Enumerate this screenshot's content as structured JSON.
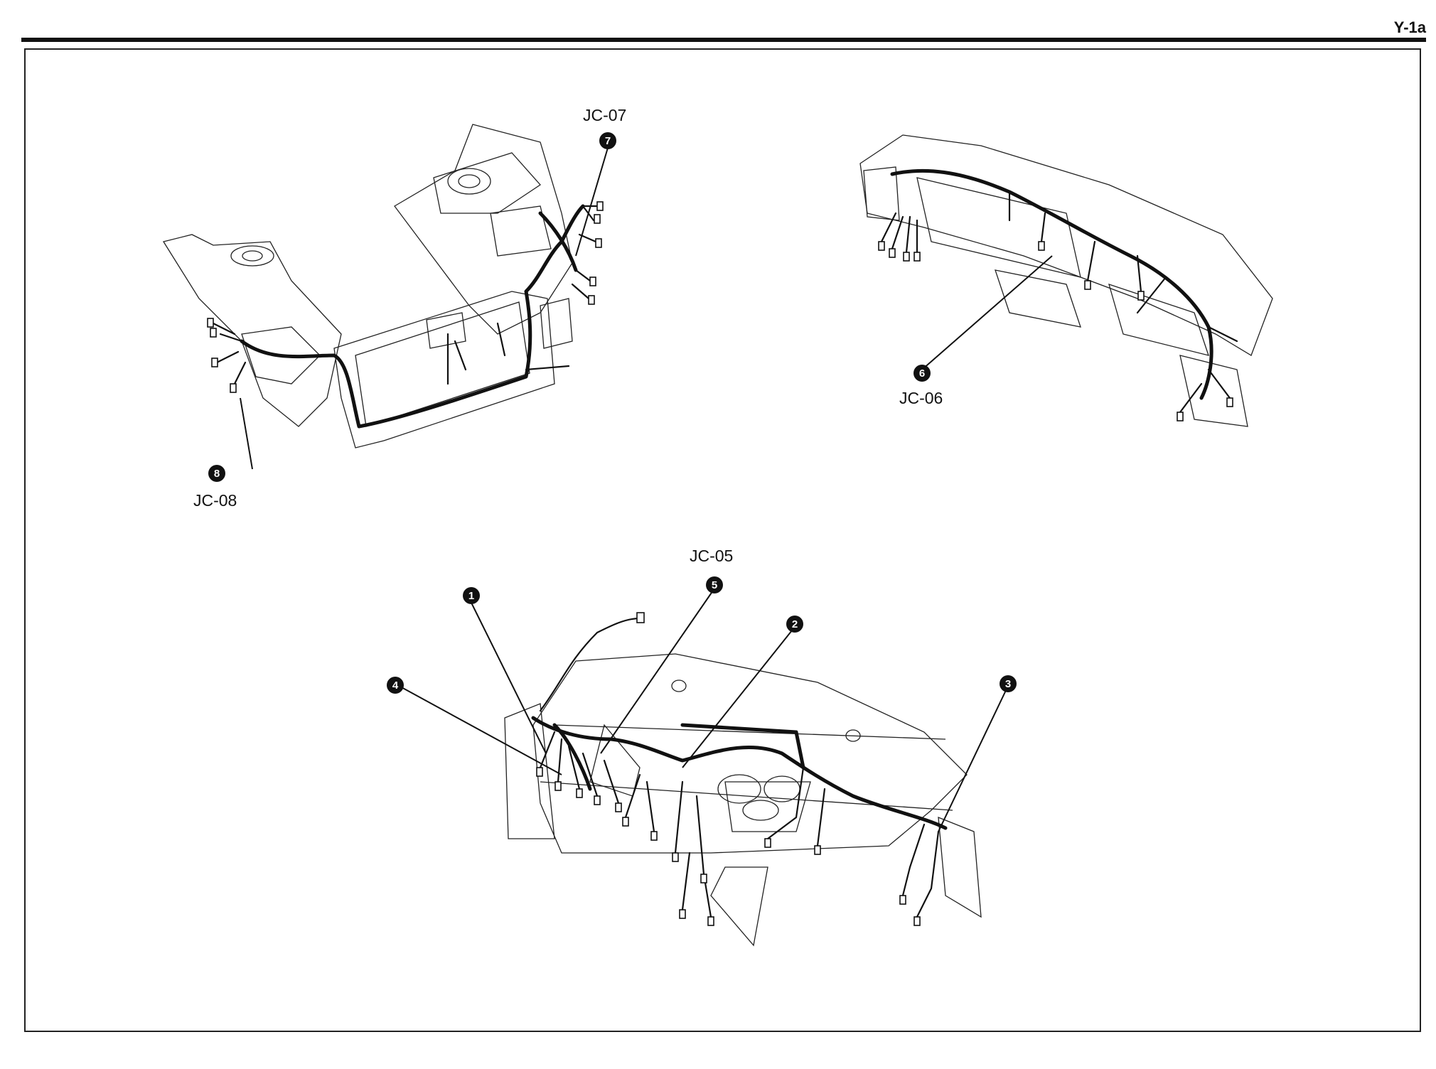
{
  "page": {
    "reference": "Y-1a"
  },
  "callouts": {
    "jc05": {
      "number": "5",
      "label": "JC-05"
    },
    "jc06": {
      "number": "6",
      "label": "JC-06"
    },
    "jc07": {
      "number": "7",
      "label": "JC-07"
    },
    "jc08": {
      "number": "8",
      "label": "JC-08"
    },
    "c1": {
      "number": "1"
    },
    "c2": {
      "number": "2"
    },
    "c3": {
      "number": "3"
    },
    "c4": {
      "number": "4"
    }
  }
}
